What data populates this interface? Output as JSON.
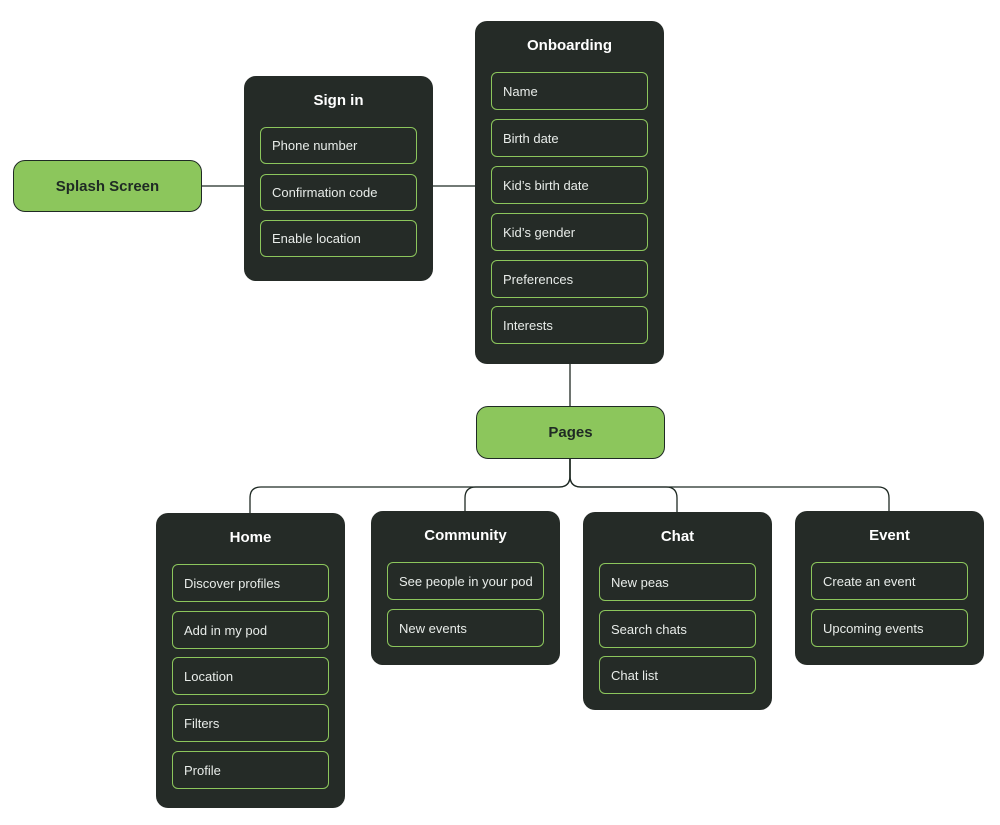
{
  "splash": {
    "label": "Splash Screen"
  },
  "signin": {
    "title": "Sign in",
    "items": [
      "Phone number",
      "Confirmation code",
      "Enable location"
    ]
  },
  "onboarding": {
    "title": "Onboarding",
    "items": [
      "Name",
      "Birth date",
      "Kid’s birth date",
      "Kid’s gender",
      "Preferences",
      "Interests"
    ]
  },
  "pages": {
    "label": "Pages"
  },
  "home": {
    "title": "Home",
    "items": [
      "Discover profiles",
      "Add in my pod",
      "Location",
      "Filters",
      "Profile"
    ]
  },
  "community": {
    "title": "Community",
    "items": [
      "See people in your pod",
      "New events"
    ]
  },
  "chat": {
    "title": "Chat",
    "items": [
      "New peas",
      "Search chats",
      "Chat list"
    ]
  },
  "event": {
    "title": "Event",
    "items": [
      "Create an event",
      "Upcoming events"
    ]
  },
  "colors": {
    "node_green": "#8cc65c",
    "panel_dark": "#252b27",
    "connector": "#1f2a24"
  }
}
